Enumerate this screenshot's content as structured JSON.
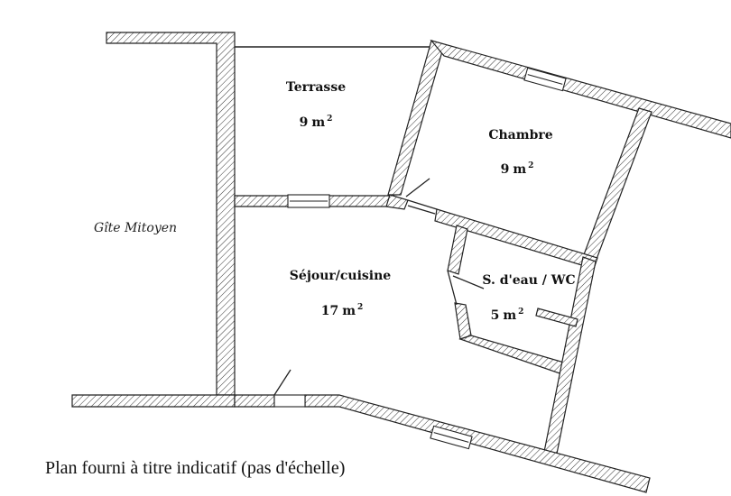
{
  "rooms": {
    "terrasse": {
      "label": "Terrasse",
      "area_value": "9",
      "area_unit": "m",
      "area_exp": "2"
    },
    "chambre": {
      "label": "Chambre",
      "area_value": "9",
      "area_unit": "m",
      "area_exp": "2"
    },
    "sejour": {
      "label": "Séjour/cuisine",
      "area_value": "17",
      "area_unit": "m",
      "area_exp": "2"
    },
    "sdeau": {
      "label": "S. d'eau / WC",
      "area_value": "5",
      "area_unit": "m",
      "area_exp": "2"
    }
  },
  "neighbor_label": "Gîte Mitoyen",
  "caption": "Plan fourni à titre indicatif (pas d'échelle)"
}
